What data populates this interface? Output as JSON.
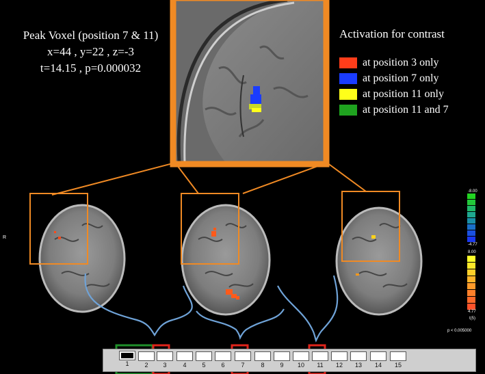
{
  "peak": {
    "line1": "Peak Voxel (position 7 & 11)",
    "line2": "x=44 , y=22 , z=-3",
    "line3": "t=14.15 , p=0.000032"
  },
  "legend": {
    "title": "Activation for contrast",
    "items": [
      {
        "label": "at position 3 only",
        "color": "#ff3d1a"
      },
      {
        "label": "at position 7 only",
        "color": "#1a3cff"
      },
      {
        "label": "at position 11 only",
        "color": "#ffff1a"
      },
      {
        "label": "at position 11 and 7",
        "color": "#1fa31f"
      }
    ]
  },
  "orientation_label": "R",
  "colorbar": {
    "neg_top": "-8.00",
    "neg_bottom": "-4.77",
    "pos_top": "8.00",
    "pos_bottom": "4.77",
    "stat_label": "t(5)",
    "threshold": "p < 0.005000"
  },
  "positions": [
    "1",
    "2",
    "3",
    "4",
    "5",
    "6",
    "7",
    "8",
    "9",
    "10",
    "11",
    "12",
    "13",
    "14",
    "15"
  ],
  "current_position": "1",
  "highlight_red": [
    "3",
    "7",
    "11"
  ],
  "highlight_green": [
    "1",
    "2"
  ],
  "colors": {
    "frame": "#f08a24",
    "brace": "#6fa3d8",
    "red_box": "#e0241b",
    "green_box": "#1f8f2a"
  }
}
